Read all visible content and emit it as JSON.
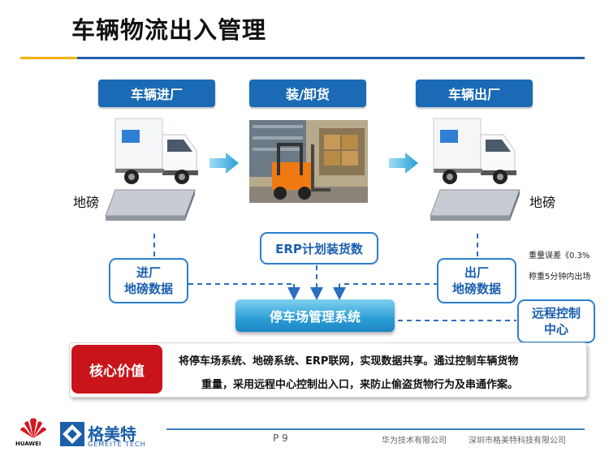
{
  "title": "车辆物流出入管理",
  "stages": {
    "enter": "车辆进厂",
    "load": "装/卸货",
    "exit": "车辆出厂"
  },
  "scale_label_left": "地磅",
  "scale_label_right": "地磅",
  "erp_box": "ERP计划装货数",
  "in_scale_data": {
    "line1": "进厂",
    "line2": "地磅数据"
  },
  "out_scale_data": {
    "line1": "出厂",
    "line2": "地磅数据"
  },
  "central_system": "停车场管理系统",
  "remote_center": {
    "line1": "远程控制",
    "line2": "中心"
  },
  "notes": {
    "weight_error": "重量误差《0.3%",
    "exit_time": "称重5分钟内出场"
  },
  "core_value": {
    "label": "核心价值",
    "line1": "将停车场系统、地磅系统、ERP联网，实现数据共享。通过控制车辆货物",
    "line2": "重量，采用远程中心控制出入口，来防止偷盗货物行为及串通作案。"
  },
  "footer": {
    "huawei_logo_text": "HUAWEI",
    "brand_name": "格美特",
    "brand_sub": "GEMEITE TECH",
    "page": "P 9",
    "company1": "华为技术有限公司",
    "company2": "深圳市格美特科技有限公司"
  },
  "colors": {
    "accent_blue": "#1a6ab6",
    "accent_red": "#c8141a",
    "accent_yellow": "#f2b200",
    "light_blue": "#2b9ed6"
  }
}
